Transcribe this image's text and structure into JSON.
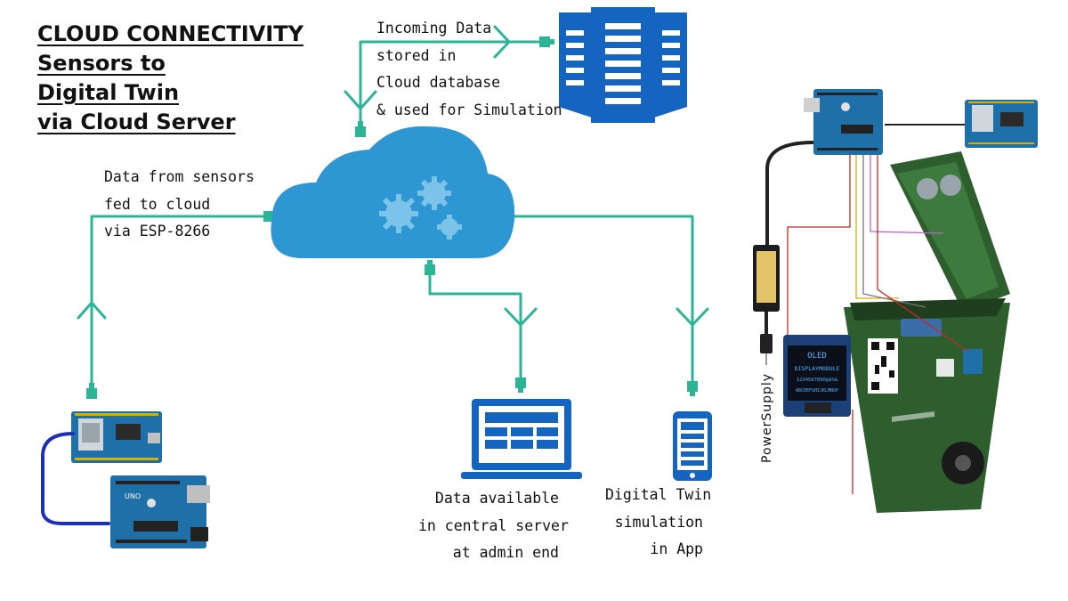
{
  "title": {
    "lines": [
      "CLOUD CONNECTIVITY",
      "Sensors to",
      "Digital Twin",
      "via Cloud Server"
    ]
  },
  "labels": {
    "incoming": [
      "Incoming Data",
      "stored in",
      "Cloud database",
      "& used for Simulation"
    ],
    "sensors": [
      "Data from sensors",
      "fed to cloud",
      "via ESP-8266"
    ],
    "server": [
      "Data available",
      "in central server",
      "at admin end"
    ],
    "app": [
      "Digital Twin",
      "simulation",
      "in App"
    ]
  },
  "hardware": {
    "oled_lines": [
      "OLED",
      "DISPLAYMODULE",
      "1234567890@$%&",
      "ABCDEFGHIJKLMNOP"
    ],
    "power_label": "PowerSupply",
    "uno_label": "UNO"
  },
  "colors": {
    "connector": "#2bb594",
    "cloud": "#2e97d3",
    "server": "#1565c0",
    "bin": "#2e5d2e",
    "board": "#1f6fa8"
  },
  "icons": [
    "cloud-gears-icon",
    "server-rack-icon",
    "laptop-icon",
    "smartphone-icon",
    "arduino-uno-icon",
    "esp8266-icon",
    "oled-display-icon",
    "smart-bin-icon"
  ]
}
